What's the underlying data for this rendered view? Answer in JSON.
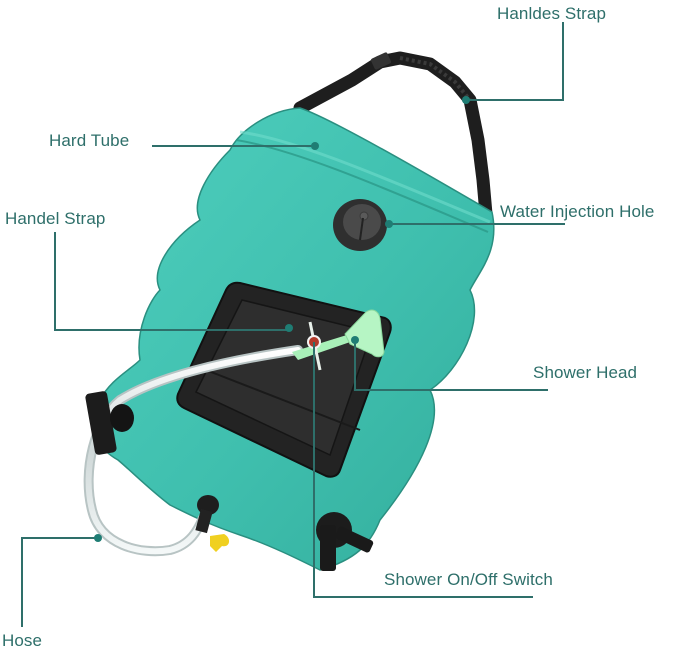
{
  "diagram": {
    "subject": "Solar shower bag",
    "colors": {
      "callout": "#2e6f6a",
      "bag": "#3fbfae",
      "bag_light": "#5fd3c2",
      "bag_dark": "#2a9c8c",
      "strap": "#1e1e1e",
      "pocket": "#262626",
      "hose": "#e6ecec",
      "shower_head": "#a8f0b8",
      "valve": "#f0d020",
      "background": "#ffffff"
    },
    "labels": [
      {
        "id": "handles-strap",
        "text": "Hanldes Strap"
      },
      {
        "id": "hard-tube",
        "text": "Hard Tube"
      },
      {
        "id": "water-injection-hole",
        "text": "Water Injection Hole"
      },
      {
        "id": "handel-strap",
        "text": "Handel Strap"
      },
      {
        "id": "shower-head",
        "text": "Shower Head"
      },
      {
        "id": "shower-switch",
        "text": "Shower On/Off Switch"
      },
      {
        "id": "hose",
        "text": "Hose"
      }
    ]
  }
}
